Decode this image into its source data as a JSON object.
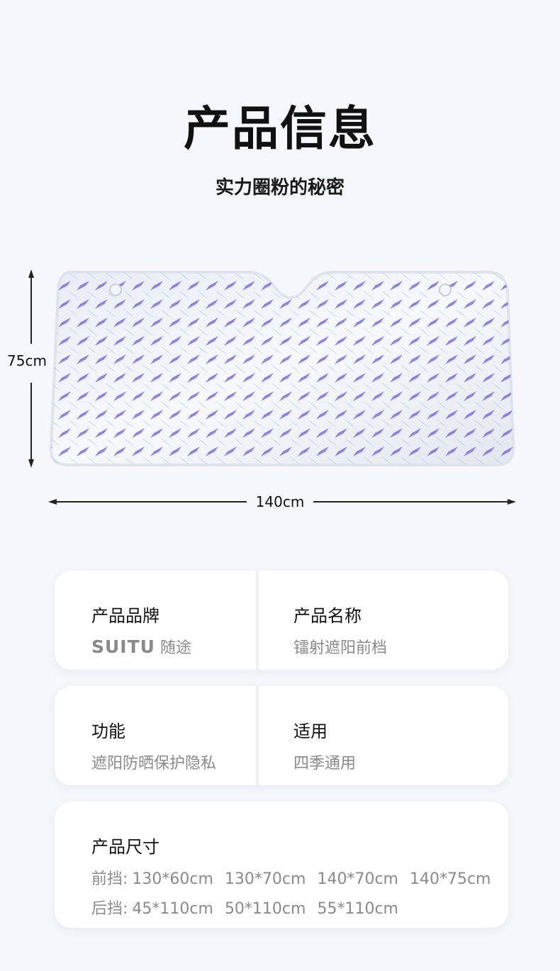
{
  "header": {
    "title": "产品信息",
    "subtitle": "实力圈粉的秘密"
  },
  "product_image": {
    "height_label": "75cm",
    "width_label": "140cm"
  },
  "info": {
    "brand_label": "产品品牌",
    "brand_value_en": "SUITU",
    "brand_value_cn": "随途",
    "name_label": "产品名称",
    "name_value": "镭射遮阳前档",
    "function_label": "功能",
    "function_value": "遮阳防晒保护隐私",
    "usage_label": "适用",
    "usage_value": "四季通用",
    "size_label": "产品尺寸",
    "front_label": "前挡:",
    "front_sizes": [
      "130*60cm",
      "130*70cm",
      "140*70cm",
      "140*75cm"
    ],
    "rear_label": "后挡:",
    "rear_sizes": [
      "45*110cm",
      "50*110cm",
      "55*110cm"
    ]
  }
}
